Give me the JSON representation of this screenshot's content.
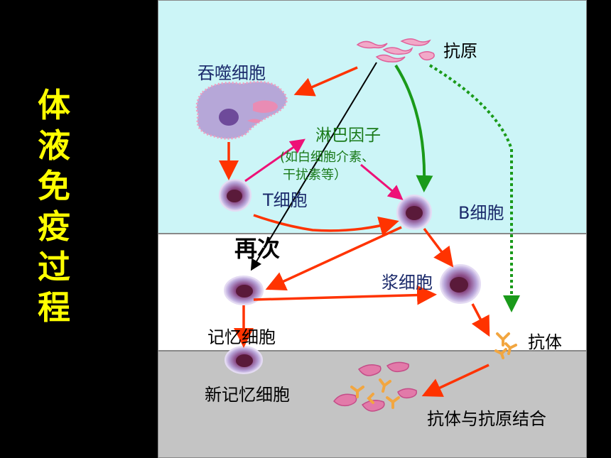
{
  "title_chars": [
    "体",
    "液",
    "免",
    "疫",
    "过",
    "程"
  ],
  "labels": {
    "antigen": "抗原",
    "phagocyte": "吞噬细胞",
    "lymphokine": "淋巴因子",
    "lymphokine_note_line1": "(如白细胞介素、",
    "lymphokine_note_line2": "干扰素等）",
    "t_cell": "T细胞",
    "b_cell": "B细胞",
    "again": "再次",
    "plasma_cell": "浆细胞",
    "memory_cell": "记忆细胞",
    "antibody": "抗体",
    "new_memory_cell": "新记忆细胞",
    "antibody_antigen_binding": "抗体与抗原结合"
  },
  "colors": {
    "background": "#000000",
    "side_title": "#ffff00",
    "top_panel": "#ccf5f7",
    "middle_panel": "#ffffff",
    "bottom_panel": "#c4c4c4",
    "arrow_red": "#ff3300",
    "arrow_green": "#1a9a1a",
    "arrow_pink": "#ee1177",
    "arrow_black": "#000000"
  }
}
